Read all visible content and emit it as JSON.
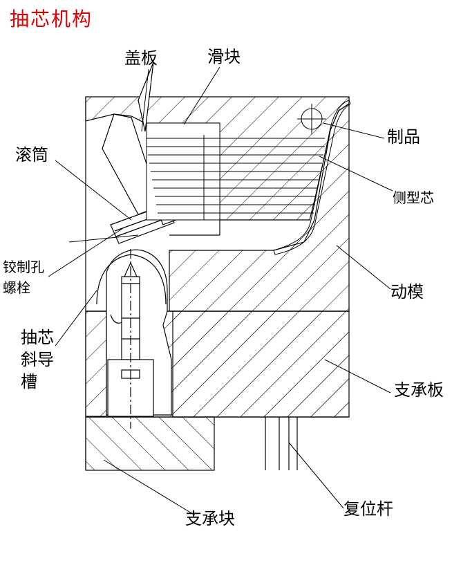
{
  "title": "抽芯机构",
  "colors": {
    "title": "#e00000",
    "ink": "#000000",
    "paper": "#ffffff"
  },
  "labels": {
    "cover_plate": "盖板",
    "slider": "滑块",
    "product": "制品",
    "roller": "滚筒",
    "side_core": "侧型芯",
    "reamed_bolt_line1": "铰制孔",
    "reamed_bolt_line2": "螺栓",
    "moving_mold": "动模",
    "core_pull_groove_line1": "抽芯",
    "core_pull_groove_line2": "斜导",
    "core_pull_groove_line3": "槽",
    "support_plate": "支承板",
    "reset_rod": "复位杆",
    "support_block": "支承块"
  }
}
